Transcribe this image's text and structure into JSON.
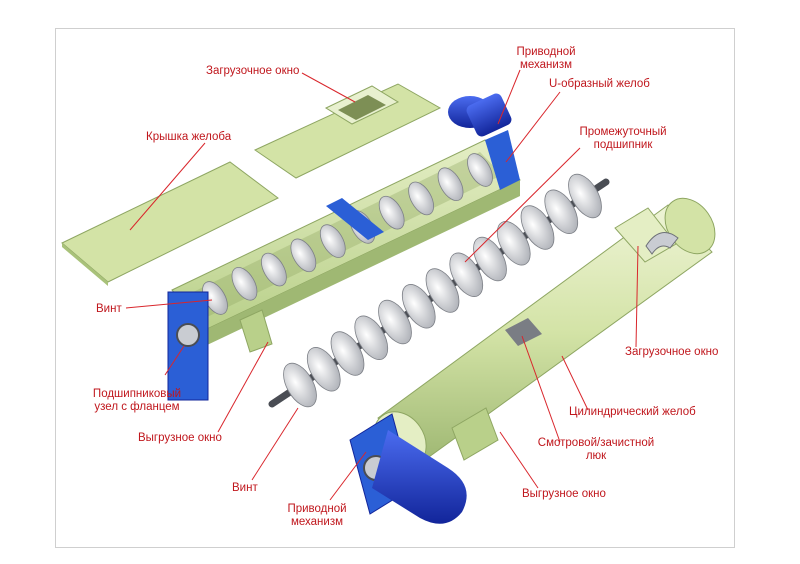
{
  "labels": {
    "zagruzochnoe_okno_top": "Загрузочное окно",
    "privodnoy_top_1": "Приводной",
    "privodnoy_top_2": "механизм",
    "u_zhelob": "U-образный желоб",
    "kryshka": "Крышка желоба",
    "promezh_1": "Промежуточный",
    "promezh_2": "подшипник",
    "vint_left": "Винт",
    "podship_1": "Подшипниковый",
    "podship_2": "узел с фланцем",
    "vygruz_left": "Выгрузное окно",
    "vint_bottom": "Винт",
    "privodnoy_bottom_1": "Приводной",
    "privodnoy_bottom_2": "механизм",
    "zagruz_right": "Загрузочное окно",
    "cylinder": "Цилиндрический желоб",
    "smotrovoy_1": "Смотровой/зачистной",
    "smotrovoy_2": "люк",
    "vygruz_right": "Выгрузное окно"
  },
  "colors": {
    "label": "#c0171d",
    "leader": "#d9262c",
    "trough": "#d3e3a6",
    "trough_dark": "#a9c27a",
    "motor": "#1f3fbf",
    "flange": "#2b5fd6",
    "steel": "#c9ccd2",
    "shaft": "#4a4d54"
  }
}
